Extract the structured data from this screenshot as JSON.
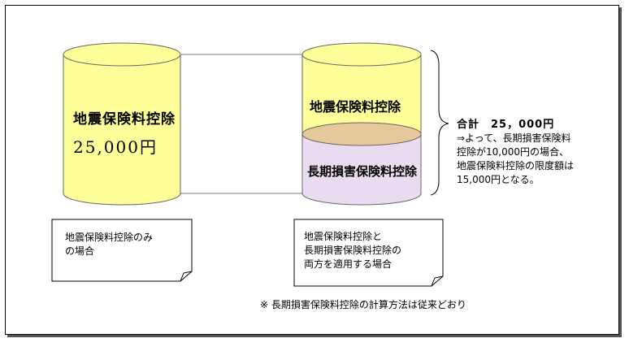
{
  "left_cylinder": {
    "label": "地震保険料控除",
    "amount": "25,000円",
    "fill": "#ffff99"
  },
  "right_cylinder": {
    "top_label": "地震保険料控除",
    "bottom_label": "長期損害保険料控除",
    "top_fill": "#ffff99",
    "bottom_fill": "#eadcf0",
    "divider_fill": "#e6c99b"
  },
  "summary": {
    "total": "合計　25，000円",
    "lines": [
      "⇒よって、長期損害保険料",
      "控除が10,000円の場合、",
      "地震保険料控除の限度額は",
      "15,000円となる。"
    ]
  },
  "notes": {
    "left": "地震保険料控除のみ\nの場合",
    "right": "地震保険料控除と\n長期損害保険料控除の\n両方を適用する場合"
  },
  "footnote": "※ 長期損害保険料控除の計算方法は従来どおり"
}
